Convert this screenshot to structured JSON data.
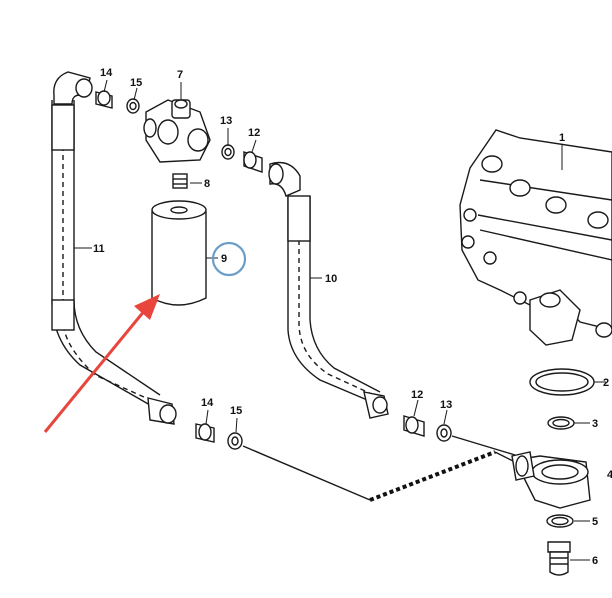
{
  "labels": {
    "l1": "1",
    "l2": "2",
    "l3": "3",
    "l4": "4",
    "l5": "5",
    "l6": "6",
    "l7": "7",
    "l8": "8",
    "l9": "9",
    "l10": "10",
    "l11": "11",
    "l12a": "12",
    "l12b": "12",
    "l13a": "13",
    "l13b": "13",
    "l14a": "14",
    "l14b": "14",
    "l15a": "15",
    "l15b": "15"
  },
  "annotations": {
    "arrow_color": "#e8453c",
    "circle_color": "#6a9ec9",
    "highlighted_part": "9"
  }
}
